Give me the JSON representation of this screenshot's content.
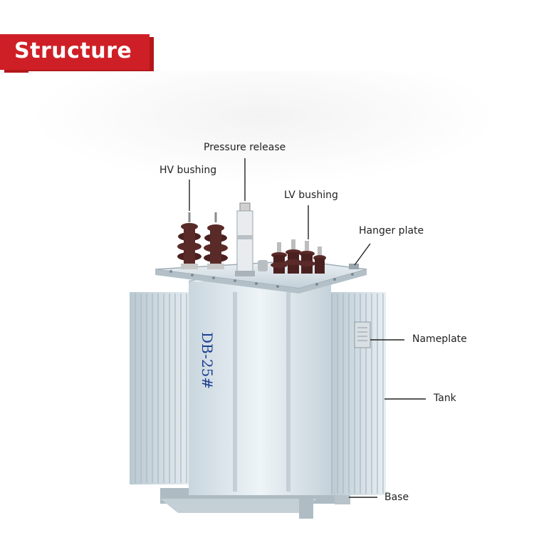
{
  "header": {
    "title": "Structure"
  },
  "product": {
    "model_text": "DB-25#"
  },
  "labels": {
    "pressure_release": "Pressure release",
    "hv_bushing": "HV bushing",
    "lv_bushing": "LV bushing",
    "hanger_plate": "Hanger plate",
    "nameplate": "Nameplate",
    "tank": "Tank",
    "base": "Base"
  },
  "colors": {
    "banner": "#cf1f26",
    "tank_body": "#dde8ee",
    "bushing": "#5a2a28"
  }
}
